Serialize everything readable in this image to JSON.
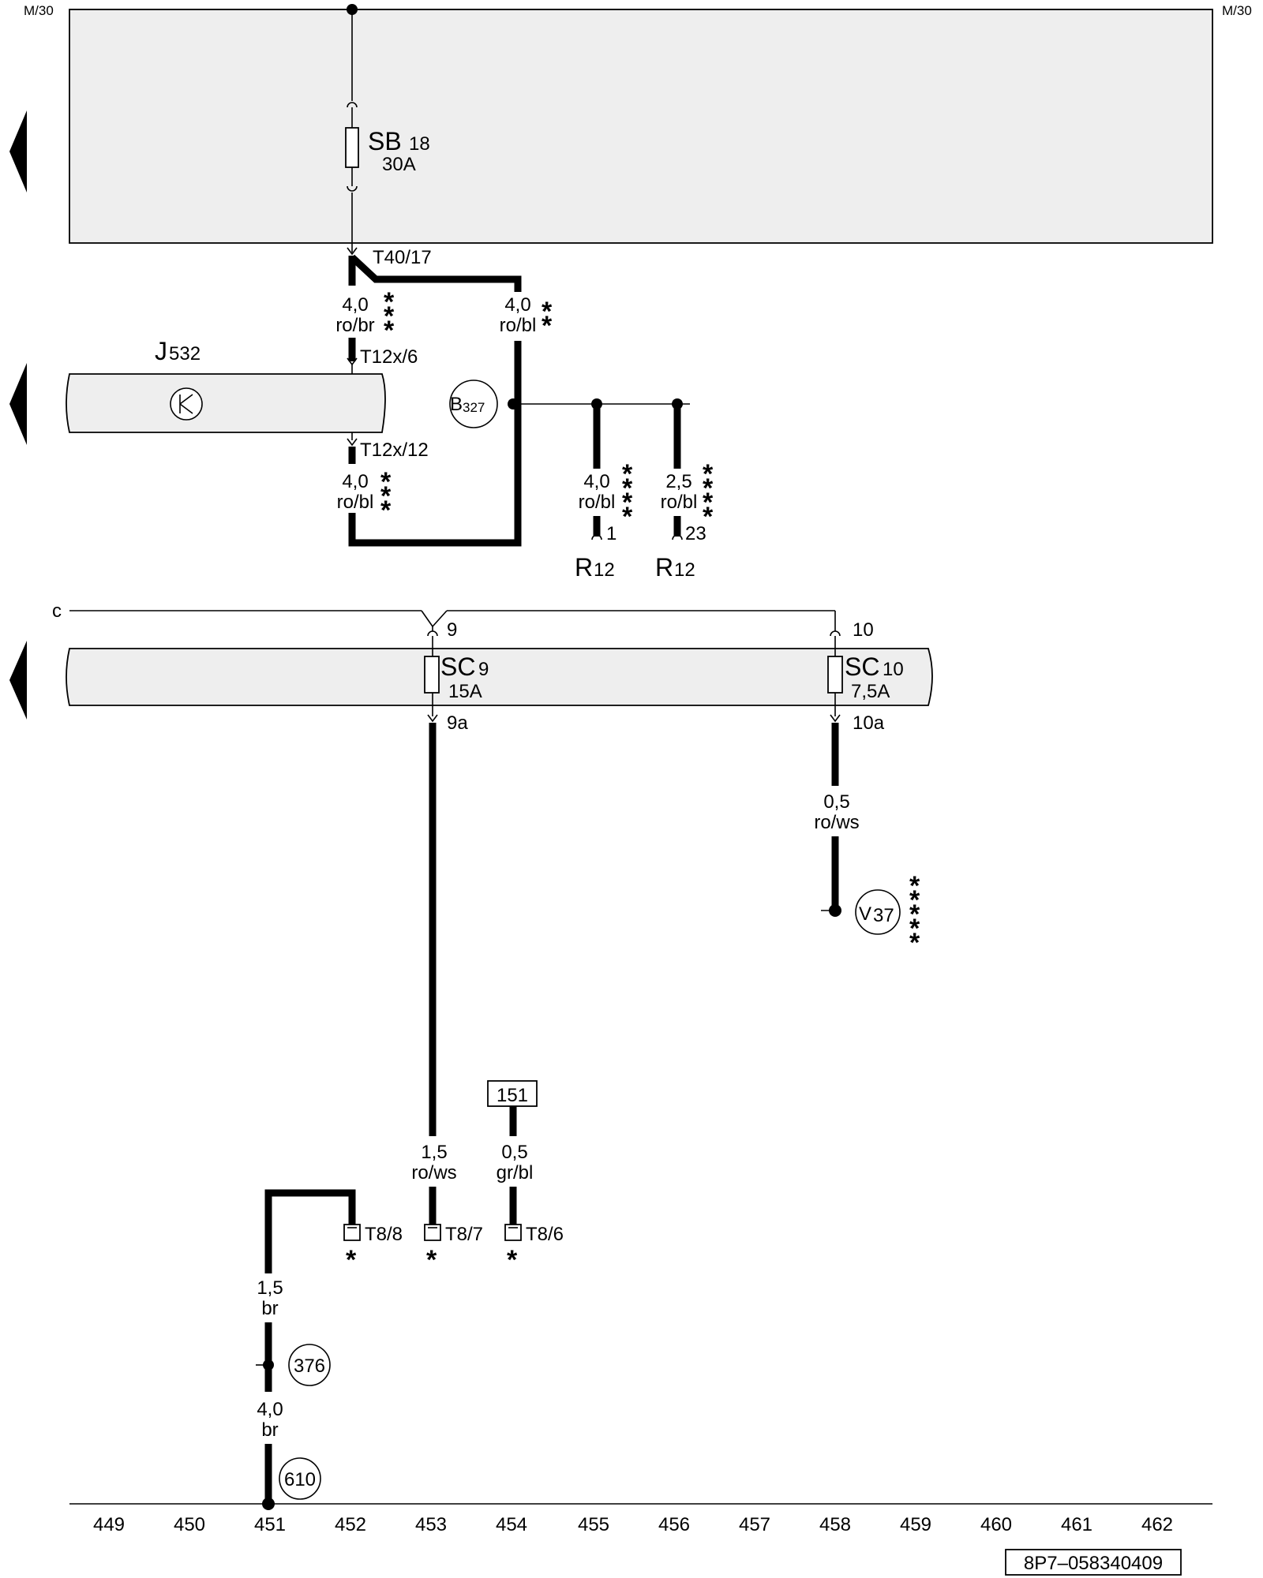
{
  "top_rail": {
    "left": "M/30",
    "right": "M/30"
  },
  "fuse_sb18": {
    "name": "SB",
    "num": "18",
    "rating": "30A"
  },
  "connectors": {
    "t40_17": "T40/17",
    "t12x_6": "T12x/6",
    "t12x_12": "T12x/12",
    "t8_8": "T8/8",
    "t8_7": "T8/7",
    "t8_6": "T8/6"
  },
  "wires": {
    "w1": {
      "size": "4,0",
      "color": "ro/br"
    },
    "w2": {
      "size": "4,0",
      "color": "ro/bl"
    },
    "w3": {
      "size": "4,0",
      "color": "ro/bl"
    },
    "w4": {
      "size": "4,0",
      "color": "ro/bl"
    },
    "w5": {
      "size": "2,5",
      "color": "ro/bl"
    },
    "w6": {
      "size": "0,5",
      "color": "ro/ws"
    },
    "w7": {
      "size": "1,5",
      "color": "ro/ws"
    },
    "w8": {
      "size": "0,5",
      "color": "gr/bl"
    },
    "w9": {
      "size": "1,5",
      "color": "br"
    },
    "w10": {
      "size": "4,0",
      "color": "br"
    }
  },
  "components": {
    "j532": {
      "name": "J",
      "num": "532"
    },
    "b327": {
      "name": "B",
      "num": "327"
    },
    "r12_a": {
      "name": "R",
      "num": "12",
      "pin": "1"
    },
    "r12_b": {
      "name": "R",
      "num": "12",
      "pin": "23"
    },
    "v37": {
      "name": "V",
      "num": "37"
    }
  },
  "fuse_sc9": {
    "name": "SC",
    "num": "9",
    "rating": "15A",
    "pin_in": "9",
    "pin_out": "9a"
  },
  "fuse_sc10": {
    "name": "SC",
    "num": "10",
    "rating": "7,5A",
    "pin_in": "10",
    "pin_out": "10a"
  },
  "line_c": "c",
  "ref_box": "151",
  "ground_points": {
    "g376": "376",
    "g610": "610"
  },
  "asterisks": {
    "a3": "***",
    "a2": "**",
    "a4": "****",
    "a1": "*"
  },
  "axis_numbers": [
    "449",
    "450",
    "451",
    "452",
    "453",
    "454",
    "455",
    "456",
    "457",
    "458",
    "459",
    "460",
    "461",
    "462"
  ],
  "doc_id": "8P7–058340409"
}
